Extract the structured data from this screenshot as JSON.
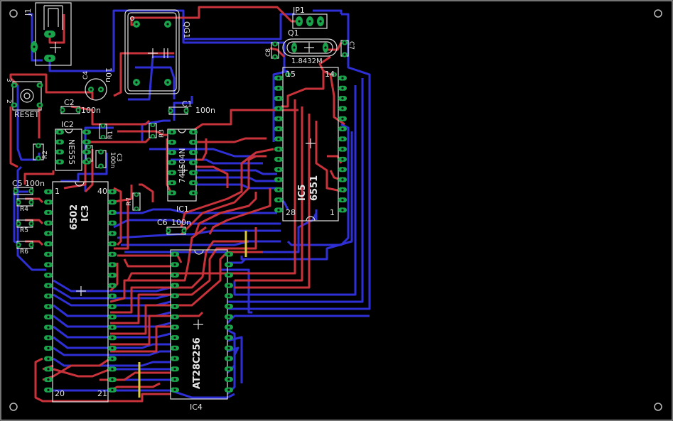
{
  "board": {
    "background": "#000000",
    "colors": {
      "top_copper": "#c8323a",
      "bottom_copper": "#2f2fd6",
      "pads": "#19a34a",
      "silkscreen": "#e6e6e6",
      "via_yellow": "#d6c93a",
      "outline": "#b0b0b0"
    }
  },
  "labels": {
    "j1": "J1",
    "qg1": "QG1",
    "jp1": "JP1",
    "q1": "Q1",
    "crystal_freq": "1.8432M",
    "c8": "C8",
    "c7": "C7",
    "c4": "C4",
    "c4_value": "10u",
    "reset": "RESET",
    "c2": "C2",
    "c2_value": "100n",
    "c1": "C1",
    "c1_value": "100n",
    "ic2": "IC2",
    "ne555": "NE555",
    "r2": "R2",
    "r1": "R1",
    "r3": "R3",
    "c3": "C3",
    "c3_value": "100n",
    "ic1_part": "74LS04N",
    "ic1": "IC1",
    "r7": "R7",
    "c5": "C5",
    "c5_value": "100n",
    "r4": "R4",
    "r5": "R5",
    "r6": "R6",
    "ic3_part": "6502",
    "ic3": "IC3",
    "pin_1": "1",
    "pin_40": "40",
    "pin_20": "20",
    "pin_21": "21",
    "c6": "C6",
    "c6_value": "100n",
    "ic5_part": "6551",
    "ic5": "IC5",
    "pin_15": "15",
    "pin_14": "14",
    "pin_28": "28",
    "pin_1b": "1",
    "ic4_part": "AT28C256",
    "ic4": "IC4",
    "pin_3": "3",
    "pin_2": "2"
  }
}
